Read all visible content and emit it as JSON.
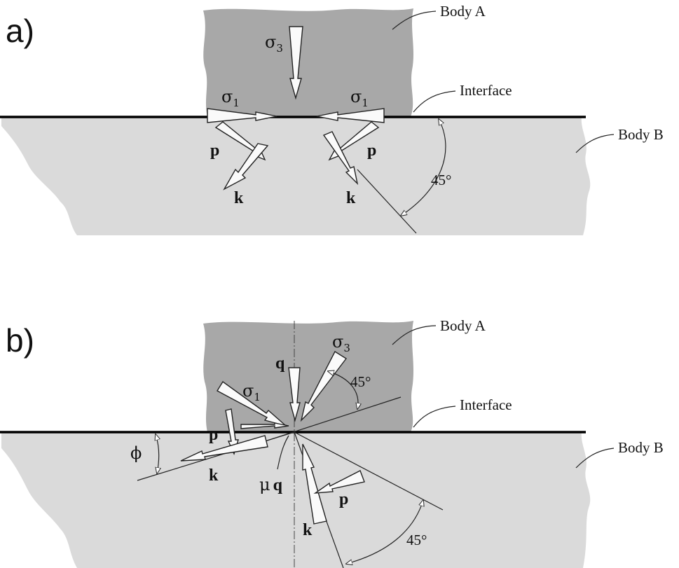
{
  "panels": {
    "a": {
      "panel_label": "a)",
      "body_a": "Body A",
      "body_b": "Body B",
      "interface": "Interface",
      "sigma3": "σ",
      "sigma3_sub": "3",
      "sigma1": "σ",
      "sigma1_sub": "1",
      "p": "p",
      "k": "k",
      "angle": "45°"
    },
    "b": {
      "panel_label": "b)",
      "body_a": "Body A",
      "body_b": "Body B",
      "interface": "Interface",
      "sigma3": "σ",
      "sigma3_sub": "3",
      "sigma1": "σ",
      "sigma1_sub": "1",
      "q": "q",
      "mu": "μ",
      "p": "p",
      "k": "k",
      "phi": "ϕ",
      "angle": "45°"
    }
  }
}
